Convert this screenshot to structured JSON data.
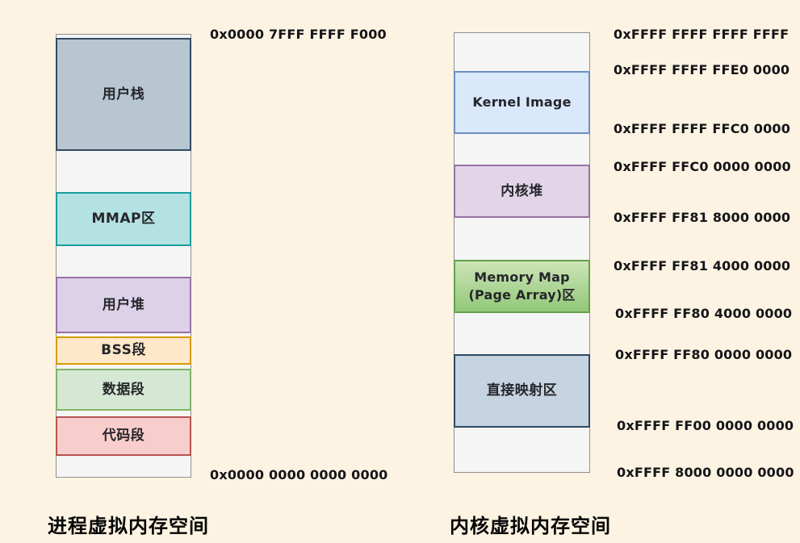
{
  "page": {
    "background": "#fdf3e2"
  },
  "process_space": {
    "caption": "进程虚拟内存空间",
    "top_address": "0x0000 7FFF FFFF F000",
    "bottom_address": "0x0000 0000 0000 0000",
    "segments": [
      {
        "label": "用户栈",
        "fill": "#b8c6d2",
        "border": "#334b63"
      },
      {
        "label": "MMAP区",
        "fill": "#b4e1e1",
        "border": "#1b9e9e"
      },
      {
        "label": "用户堆",
        "fill": "#dcd1e8",
        "border": "#9673a6"
      },
      {
        "label": "BSS段",
        "fill": "#ffe8ca",
        "border": "#d79b00"
      },
      {
        "label": "数据段",
        "fill": "#d5e8d4",
        "border": "#82b366"
      },
      {
        "label": "代码段",
        "fill": "#f8cecc",
        "border": "#b85450"
      }
    ]
  },
  "kernel_space": {
    "caption": "内核虚拟内存空间",
    "segments": [
      {
        "label": "Kernel Image",
        "fill": "#dae8fc",
        "border": "#6c8ebf"
      },
      {
        "label": "内核堆",
        "fill": "#e1d5e7",
        "border": "#9673a6"
      },
      {
        "label": "Memory Map\n(Page Array)区",
        "fill": "#cde4b8,#92c878",
        "border": "#63a14b"
      },
      {
        "label": "直接映射区",
        "fill": "#c6d3e0",
        "border": "#2b4a64"
      }
    ],
    "addresses": [
      "0xFFFF FFFF FFFF FFFF",
      "0xFFFF FFFF FFE0 0000",
      "0xFFFF FFFF FFC0 0000",
      "0xFFFF FFC0 0000 0000",
      "0xFFFF FF81 8000 0000",
      "0xFFFF FF81 4000 0000",
      "0xFFFF FF80 4000 0000",
      "0xFFFF FF80 0000 0000",
      "0xFFFF FF00 0000 0000",
      "0xFFFF 8000 0000 0000"
    ]
  }
}
